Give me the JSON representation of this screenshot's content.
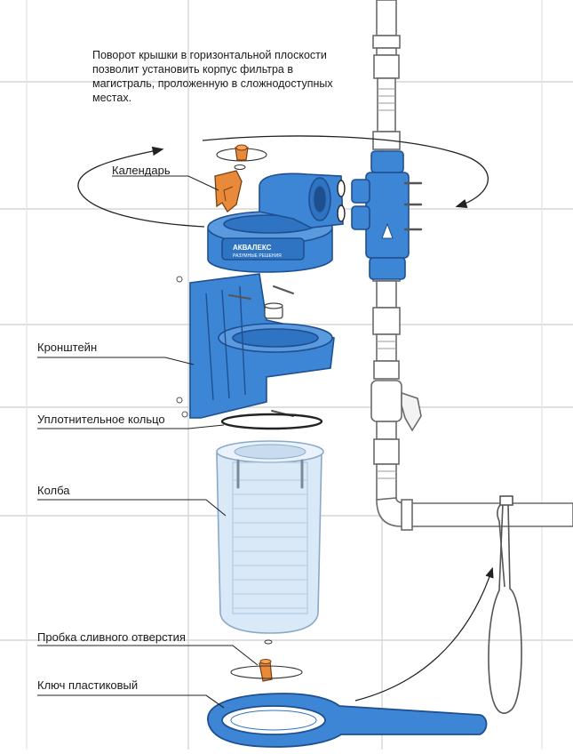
{
  "caption": "Поворот крышки в горизонтальной плоскости позволит установить корпус фильтра в магистраль,  проложенную в сложнодоступных местах.",
  "labels": {
    "calendar": "Календарь",
    "bracket": "Кронштейн",
    "seal_ring": "Уплотнительное кольцо",
    "flask": "Колба",
    "drain_plug": "Пробка сливного отверстия",
    "plastic_key": "Ключ пластиковый"
  },
  "brand": {
    "name": "АКВАЛЕКС",
    "tagline": "РАЗУМНЫЕ РЕШЕНИЯ"
  },
  "colors": {
    "housing_blue": "#3d86d6",
    "housing_dark": "#1f4f8f",
    "orange_part": "#e98a3a",
    "wall_line": "#d4d4d4",
    "pipe_outline": "#6a6a6a",
    "flask_fill": "#d9e9f7"
  }
}
